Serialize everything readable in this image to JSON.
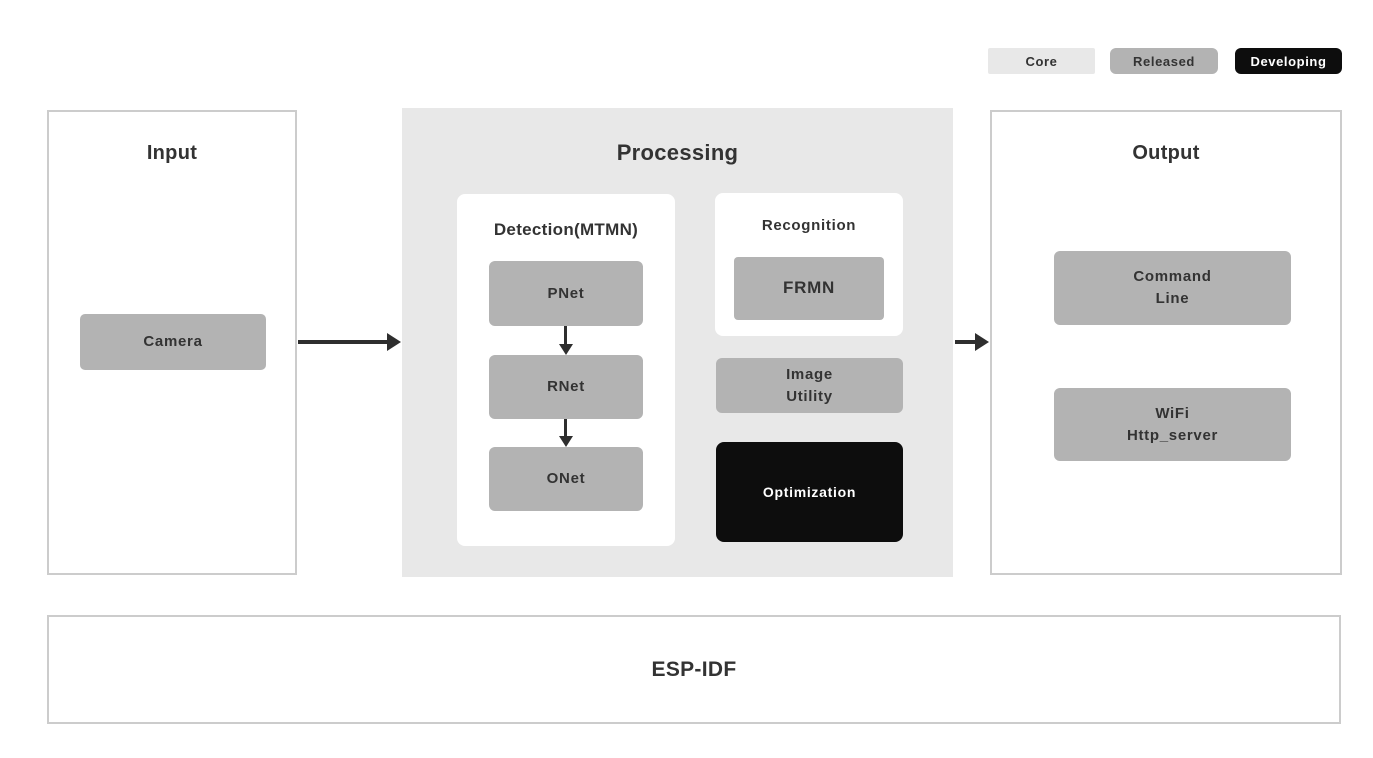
{
  "legend": {
    "core": "Core",
    "released": "Released",
    "developing": "Developing"
  },
  "input": {
    "title": "Input",
    "camera": "Camera"
  },
  "processing": {
    "title": "Processing",
    "detection": {
      "title": "Detection(MTMN)",
      "pnet": "PNet",
      "rnet": "RNet",
      "onet": "ONet"
    },
    "recognition": {
      "title": "Recognition",
      "frmn": "FRMN"
    },
    "image_utility": {
      "line1": "Image",
      "line2": "Utility"
    },
    "optimization": "Optimization"
  },
  "output": {
    "title": "Output",
    "command_line": {
      "line1": "Command",
      "line2": "Line"
    },
    "wifi": {
      "line1": "WiFi",
      "line2": "Http_server"
    }
  },
  "foundation": {
    "title": "ESP-IDF"
  },
  "colors": {
    "core_bg": "#e8e8e8",
    "released_bg": "#b3b3b3",
    "developing_bg": "#0d0d0d",
    "panel_bg": "#e8e8e8",
    "panel_border": "#cccccc",
    "arrow": "#2e2e2e",
    "text": "#333333"
  }
}
